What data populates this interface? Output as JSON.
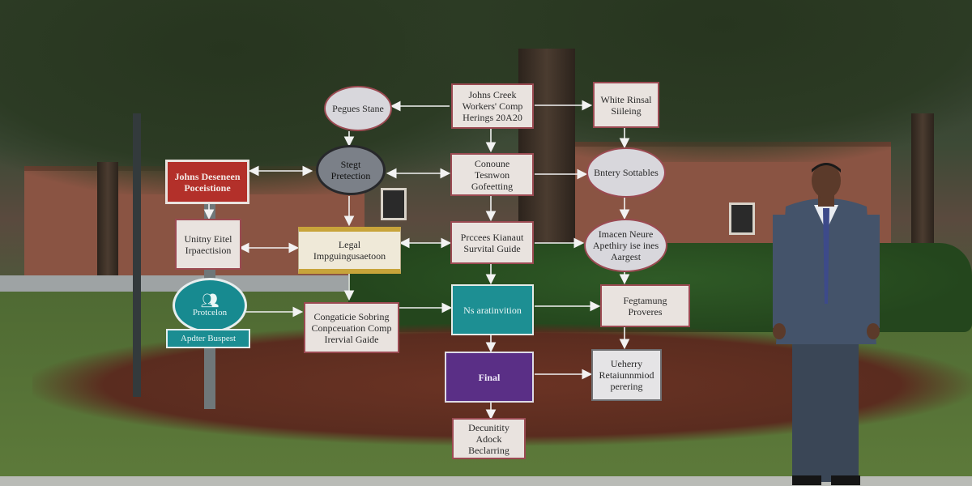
{
  "nodes": {
    "n1": "Pegues Stane",
    "n2": "Johns Creek Workers' Comp Herings 20A20",
    "n3": "White Rinsal Siileing",
    "n4": "Johns Deseneen Poceistione",
    "n5": "Stegt Pretection",
    "n6": "Conoune Tesnwon Gofeetting",
    "n7": "Bntery Sottables",
    "n8": "Unitny Eitel Irpaectision",
    "n9": "Legal Impguingusaetoon",
    "n10": "Prccees Kianaut Survital Guide",
    "n11": "Imacen Neure Apethiry ise ines Aargest",
    "n12": "Ns aratinvition",
    "n13": "Congaticie Sobring Conpceuation Comp Irervial Gaide",
    "n14": "Fegtamung Proveres",
    "n15": "Final",
    "n16": "Ueherry Retaiunnmiod perering",
    "n17": "Decunitity Adock Beclarring"
  },
  "post_sign": {
    "circle_label": "Protcelon",
    "plate_label": "Apdter Buspest",
    "icon": "person-group-icon"
  },
  "colors": {
    "red_sign": "#b3302a",
    "teal_sign": "#1d8f93",
    "purple_sign": "#5a2f86",
    "sign_border": "#9b4a52"
  }
}
